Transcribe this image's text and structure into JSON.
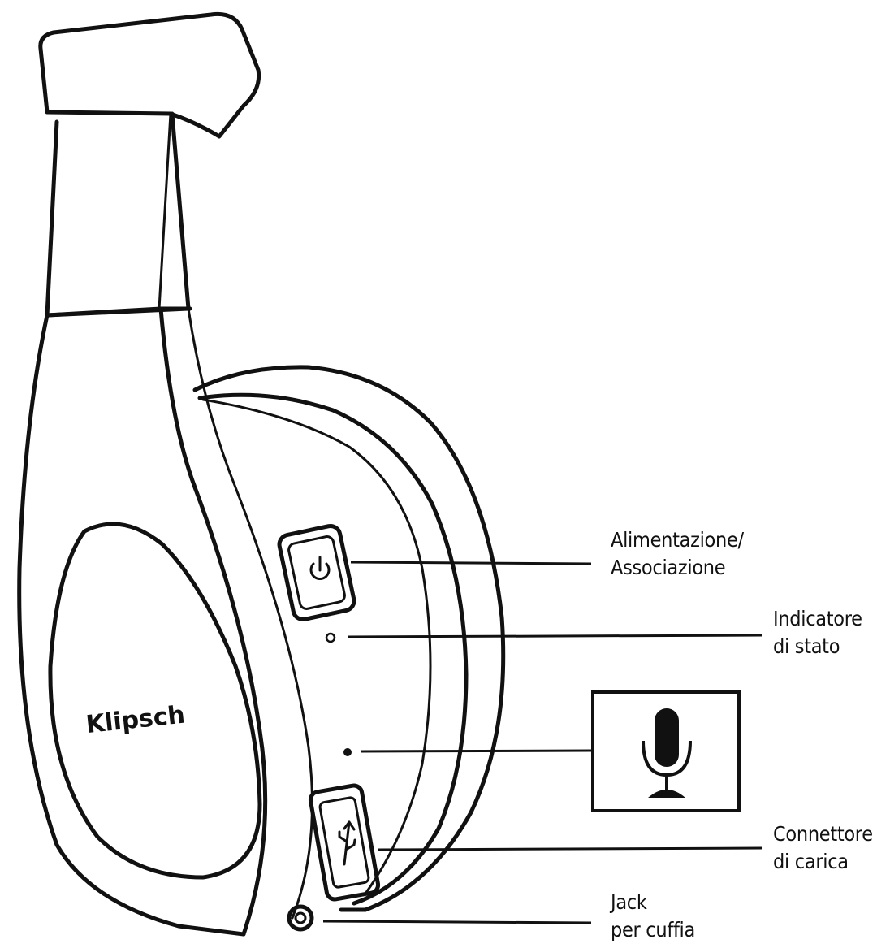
{
  "brand": {
    "logo_text": "Klipsch"
  },
  "labels": {
    "power_pairing": [
      "Alimentazione/",
      "Associazione"
    ],
    "status_indicator": [
      "Indicatore",
      "di stato"
    ],
    "charging_connector": [
      "Connettore",
      "di carica"
    ],
    "headphone_jack": [
      "Jack",
      "per cuffia"
    ]
  },
  "icons": {
    "power": "power-icon",
    "microphone": "microphone-icon",
    "usb": "usb-icon"
  },
  "colors": {
    "line": "#111111",
    "background": "#ffffff"
  }
}
